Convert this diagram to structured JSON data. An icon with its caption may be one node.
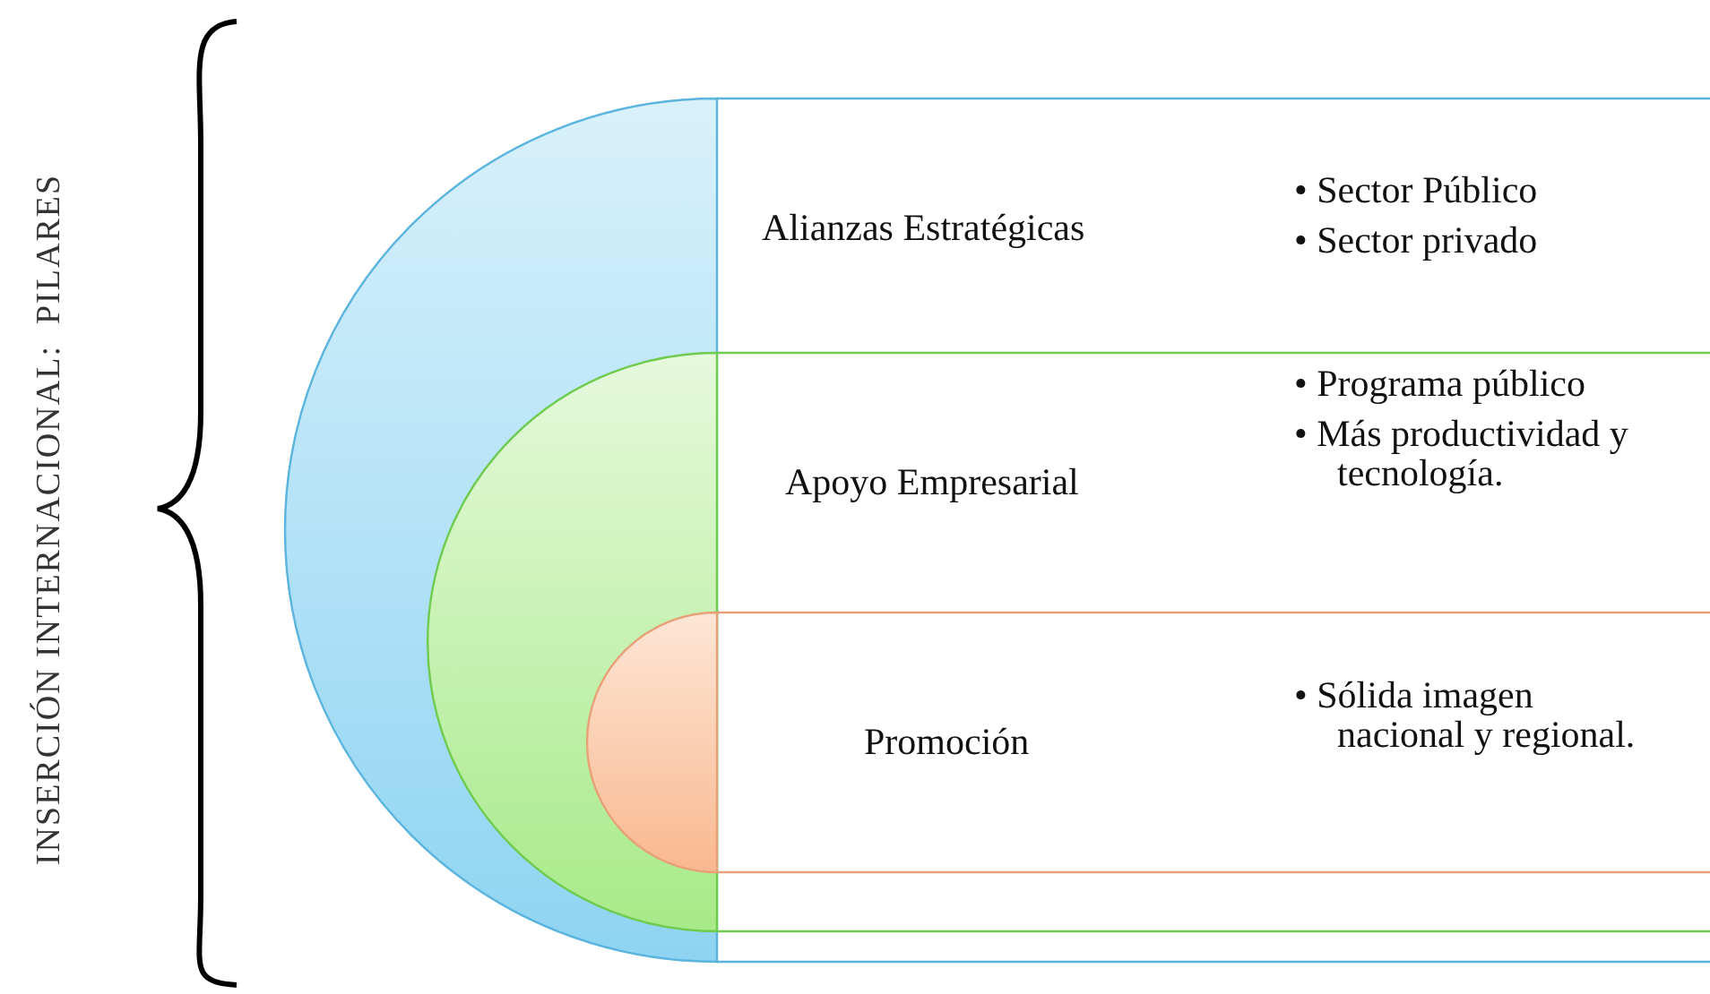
{
  "diagram": {
    "title": "INSERCIÓN INTERNACIONAL:  PILARES",
    "nodes": [
      {
        "text": [
          "Alianzas Estratégicas",
          "• Sector Público",
          "• Sector privado"
        ]
      },
      {
        "text": [
          "Apoyo Empresarial",
          "• Programa público",
          "• Más productividad y tecnología."
        ]
      },
      {
        "text": [
          "Promoción",
          "• Sólida imagen nacional y regional."
        ]
      }
    ],
    "edges": []
  }
}
